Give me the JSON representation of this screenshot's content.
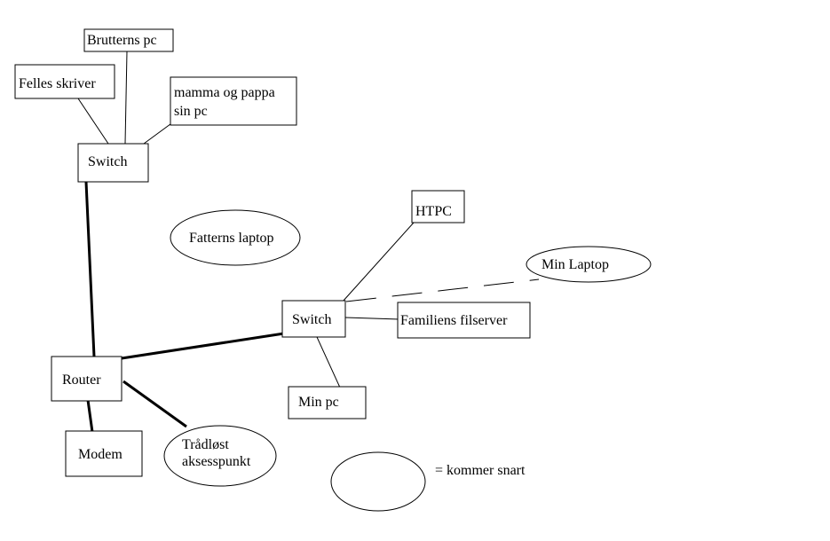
{
  "diagram": {
    "nodes": {
      "brutterns_pc": {
        "lines": [
          "Brutterns pc"
        ]
      },
      "felles_skriver": {
        "lines": [
          "Felles skriver"
        ]
      },
      "mamma_pappa_pc": {
        "lines": [
          "mamma og pappa",
          "sin pc"
        ]
      },
      "switch_top": {
        "lines": [
          "Switch"
        ]
      },
      "fatterns_laptop": {
        "lines": [
          "Fatterns laptop"
        ]
      },
      "htpc": {
        "lines": [
          "HTPC"
        ]
      },
      "min_laptop": {
        "lines": [
          "Min Laptop"
        ]
      },
      "switch_right": {
        "lines": [
          "Switch"
        ]
      },
      "familiens_filserver": {
        "lines": [
          "Familiens filserver"
        ]
      },
      "router": {
        "lines": [
          "Router"
        ]
      },
      "min_pc": {
        "lines": [
          "Min pc"
        ]
      },
      "modem": {
        "lines": [
          "Modem"
        ]
      },
      "wireless_ap": {
        "lines": [
          "Trådløst",
          "aksesspunkt"
        ]
      }
    },
    "legend": {
      "label": "= kommer snart"
    }
  },
  "colors": {
    "stroke": "#000000",
    "background": "#ffffff",
    "text": "#000000"
  }
}
